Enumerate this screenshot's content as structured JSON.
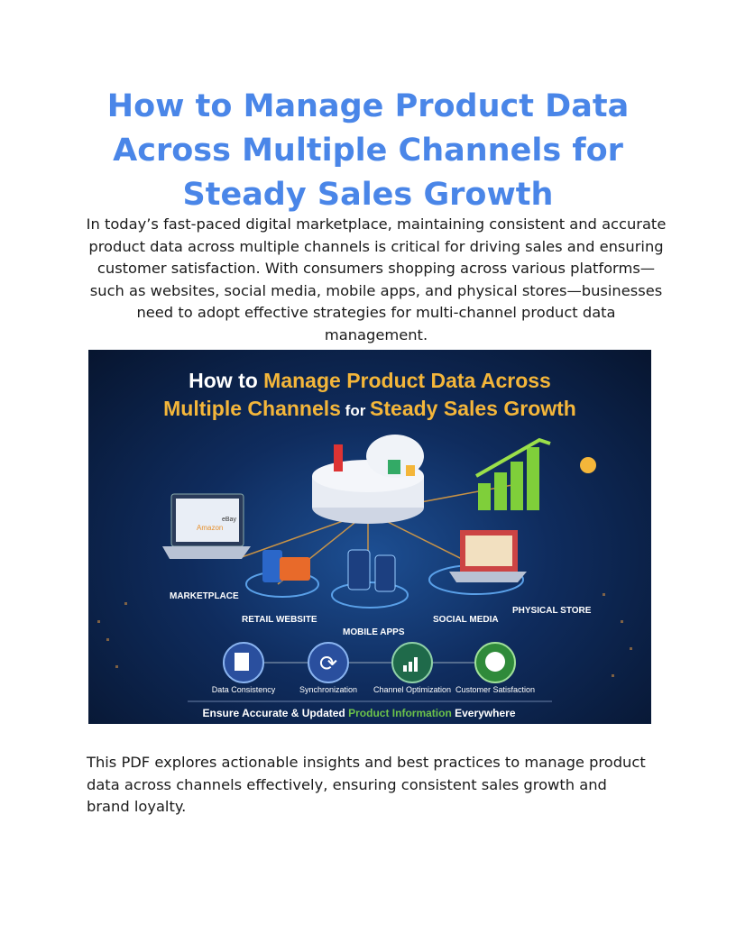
{
  "title": "How to Manage Product Data Across Multiple Channels for Steady Sales Growth",
  "intro": "In today’s fast-paced digital marketplace, maintaining consistent and accurate product data across multiple channels is critical for driving sales and ensuring customer satisfaction. With consumers shopping across various platforms—such as websites, social media, mobile apps, and physical stores—businesses need to adopt effective strategies for multi-channel product data management.",
  "hero": {
    "title_line1_white": "How to ",
    "title_line1_gold": "Manage Product Data Across",
    "title_line2_gold": "Multiple Channels",
    "title_line2_for": " for ",
    "title_line2_gold2": "Steady Sales Growth",
    "channels": [
      "MARKETPLACE",
      "RETAIL WEBSITE",
      "MOBILE APPS",
      "SOCIAL MEDIA",
      "PHYSICAL STORE"
    ],
    "marketplace_screen": [
      "Amazon",
      "eBay"
    ],
    "benefits": [
      {
        "label": "Data Consistency",
        "icon": "document-check-icon",
        "color": "#2a4f9e"
      },
      {
        "label": "Synchronization",
        "icon": "sync-icon",
        "color": "#2a4f9e"
      },
      {
        "label": "Channel Optimization",
        "icon": "bar-chart-icon",
        "color": "#1f6a4a"
      },
      {
        "label": "Customer Satisfaction",
        "icon": "smiley-icon",
        "color": "#2f8a3a"
      }
    ],
    "footer_white1": "Ensure Accurate & Updated ",
    "footer_green": "Product Information",
    "footer_white2": " Everywhere",
    "gold": "#f4b63a",
    "green": "#6cc24a"
  },
  "outro": "This PDF explores actionable insights and best practices to manage product data across channels effectively, ensuring consistent sales growth and brand loyalty."
}
